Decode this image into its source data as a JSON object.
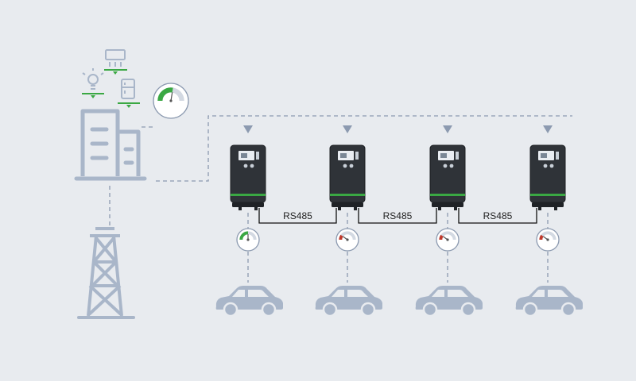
{
  "links": {
    "rs485_labels": [
      "RS485",
      "RS485",
      "RS485"
    ]
  },
  "gauges": {
    "building_meter": {
      "level_pct": 55,
      "color": "#3aa843"
    },
    "charger_meters": [
      {
        "level_pct": 50,
        "color": "#3aa843"
      },
      {
        "level_pct": 20,
        "color": "#c0392b"
      },
      {
        "level_pct": 20,
        "color": "#c0392b"
      },
      {
        "level_pct": 20,
        "color": "#c0392b"
      }
    ]
  },
  "icons": {
    "building": "office-building-icon",
    "power": "transmission-tower-icon",
    "loads": [
      "air-conditioner-icon",
      "light-bulb-icon",
      "refrigerator-icon"
    ],
    "charger": "ev-charger-icon",
    "car": "car-icon"
  },
  "colors": {
    "icon_fill": "#a9b6c9",
    "line": "#8c9ab0",
    "accent_green": "#3aa843",
    "accent_red": "#c0392b",
    "charger_body": "#2f3338"
  }
}
